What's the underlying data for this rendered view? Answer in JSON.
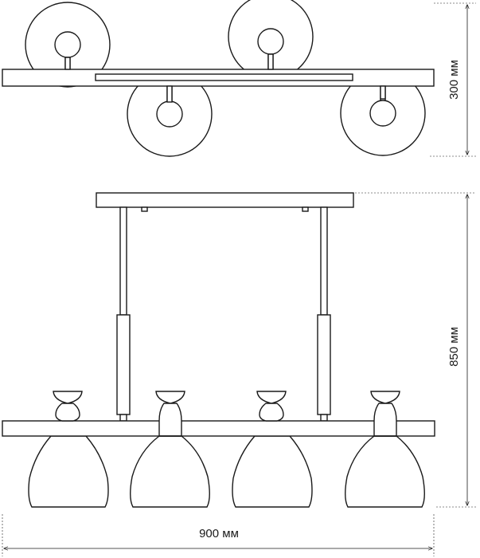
{
  "dimensions": {
    "width_label": "900 мм",
    "depth_label": "300 мм",
    "height_label": "850 мм"
  },
  "views": [
    "top-view",
    "front-view"
  ],
  "colors": {
    "line": "#1a1a1a",
    "background": "#ffffff"
  }
}
